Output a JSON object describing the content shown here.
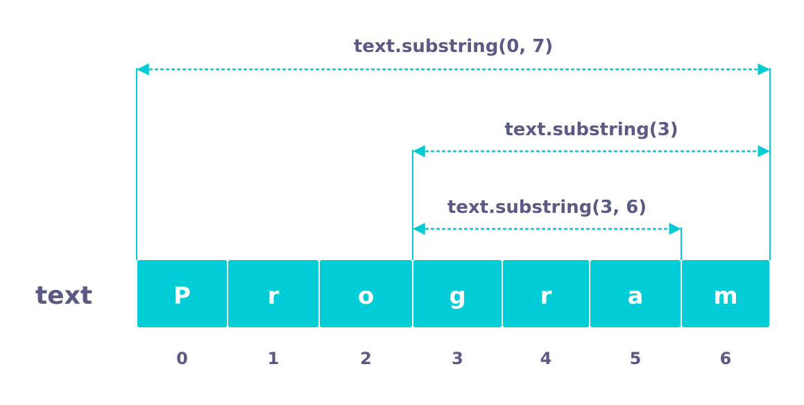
{
  "variable_name": "text",
  "colors": {
    "accent": "#00ccd6",
    "text": "#5a5a85",
    "cell_text": "#ffffff"
  },
  "characters": [
    "P",
    "r",
    "o",
    "g",
    "r",
    "a",
    "m"
  ],
  "indices": [
    "0",
    "1",
    "2",
    "3",
    "4",
    "5",
    "6"
  ],
  "ranges": [
    {
      "label": "text.substring(0, 7)",
      "start": 0,
      "end": 7
    },
    {
      "label": "text.substring(3)",
      "start": 3,
      "end": 7
    },
    {
      "label": "text.substring(3, 6)",
      "start": 3,
      "end": 6
    }
  ]
}
